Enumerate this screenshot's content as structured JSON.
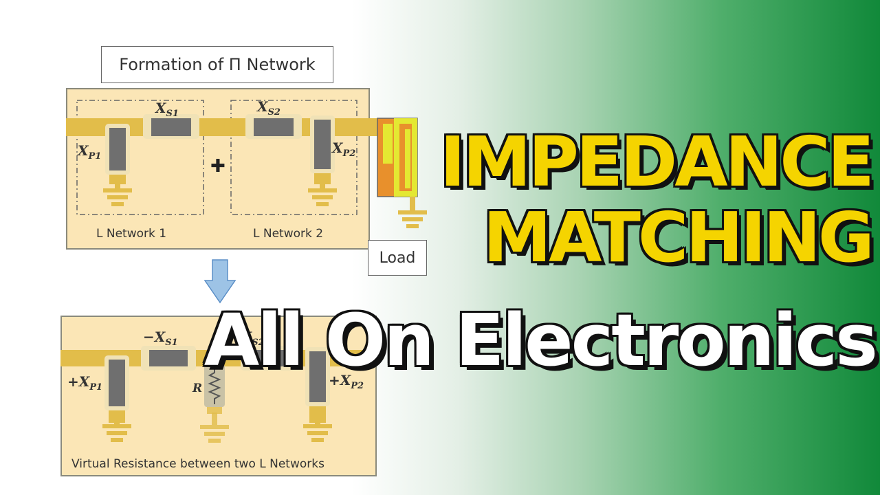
{
  "diagram": {
    "title": "Formation of Π Network",
    "load_label": "Load",
    "top_panel": {
      "xs1": "X",
      "xs1_sub": "S1",
      "xs2": "X",
      "xs2_sub": "S2",
      "xp1": "X",
      "xp1_sub": "P1",
      "xp2": "X",
      "xp2_sub": "P2",
      "plus_symbol": "✚",
      "network_1_label": "L Network 1",
      "network_2_label": "L Network 2"
    },
    "bottom_panel": {
      "xs1": "−X",
      "xs1_sub": "S1",
      "xs2": "−X",
      "xs2_sub": "S2",
      "xp1": "+X",
      "xp1_sub": "P1",
      "xp2": "+X",
      "xp2_sub": "P2",
      "r_label": "R",
      "caption": "Virtual Resistance between two L Networks"
    }
  },
  "headline": {
    "line1": "IMPEDANCE",
    "line2": "MATCHING",
    "line3": "All On Electronics"
  },
  "colors": {
    "trace": "#e2bd4a",
    "component": "#6f6f6f",
    "panel": "#fbe6b6",
    "load_orange": "#e8902c",
    "load_yellow": "#e4e832",
    "headline_yellow": "#f5d400",
    "green": "#11893a"
  }
}
